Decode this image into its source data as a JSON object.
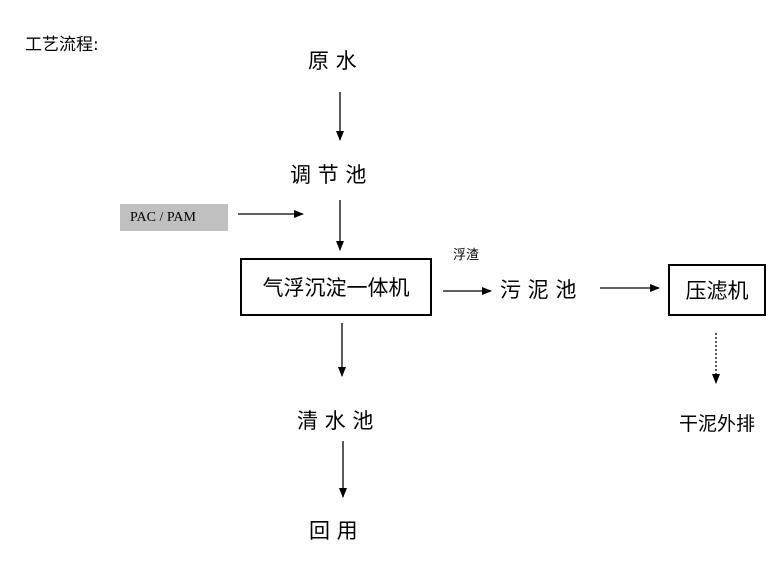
{
  "title": "工艺流程:",
  "nodes": {
    "raw_water": "原 水",
    "equalization_tank": "调 节 池",
    "chemicals": "PAC / PAM",
    "daf_unit": "气浮沉淀一体机",
    "scum_label": "浮渣",
    "sludge_tank": "污 泥 池",
    "filter_press": "压滤机",
    "clear_water_tank": "清 水 池",
    "reuse": "回   用",
    "dry_sludge": "干泥外排"
  }
}
